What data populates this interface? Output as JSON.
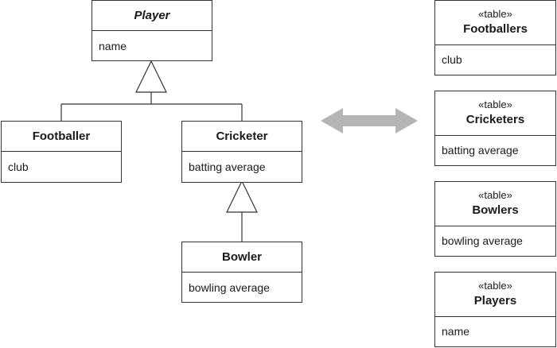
{
  "classes": {
    "player": {
      "name": "Player",
      "attribute": "name"
    },
    "footballer": {
      "name": "Footballer",
      "attribute": "club"
    },
    "cricketer": {
      "name": "Cricketer",
      "attribute": "batting average"
    },
    "bowler": {
      "name": "Bowler",
      "attribute": "bowling average"
    }
  },
  "tables": [
    {
      "stereotype": "«table»",
      "name": "Footballers",
      "attribute": "club"
    },
    {
      "stereotype": "«table»",
      "name": "Cricketers",
      "attribute": "batting average"
    },
    {
      "stereotype": "«table»",
      "name": "Bowlers",
      "attribute": "bowling average"
    },
    {
      "stereotype": "«table»",
      "name": "Players",
      "attribute": "name"
    }
  ],
  "colors": {
    "line": "#333333",
    "mapping_arrow": "#b5b5b5"
  }
}
